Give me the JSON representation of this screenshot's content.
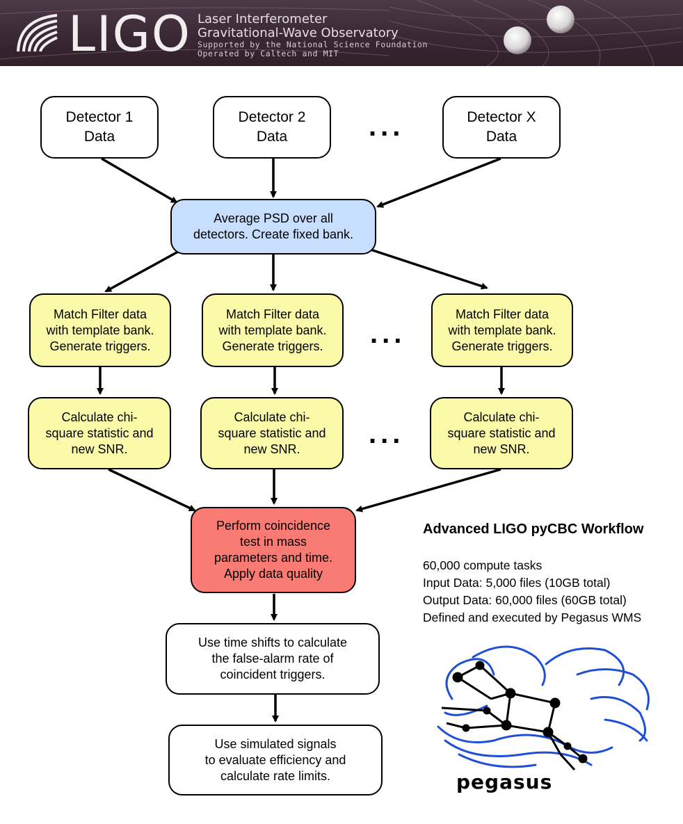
{
  "banner": {
    "logo": "LIGO",
    "line1": "Laser Interferometer",
    "line2": "Gravitational-Wave Observatory",
    "line3": "Supported by the National Science Foundation",
    "line4": "Operated by Caltech and MIT"
  },
  "detectors": [
    "Detector 1\nData",
    "Detector 2\nData",
    "Detector X\nData"
  ],
  "ellipsis": "...",
  "psd_node": "Average PSD over all\ndetectors. Create fixed bank.",
  "match_filter": "Match Filter data\nwith template bank.\nGenerate triggers.",
  "chi_square": "Calculate chi-\nsquare statistic and\nnew SNR.",
  "coincidence": "Perform coincidence\ntest in mass\nparameters and time.\nApply data quality",
  "time_shifts": "Use time shifts to calculate\nthe false-alarm rate of\ncoincident triggers.",
  "simulated": "Use simulated signals\nto evaluate efficiency and\ncalculate rate limits.",
  "info": {
    "title": "Advanced LIGO pyCBC Workflow",
    "lines": [
      "60,000 compute tasks",
      "Input Data: 5,000 files (10GB total)",
      "Output Data: 60,000 files (60GB total)",
      "Defined and executed by Pegasus WMS"
    ]
  },
  "pegasus_logo": "pegasus",
  "colors": {
    "blue": "#c7dffc",
    "yellow": "#fafaa8",
    "red": "#fa7b74",
    "pegasus_curves": "#1e4fd6"
  }
}
